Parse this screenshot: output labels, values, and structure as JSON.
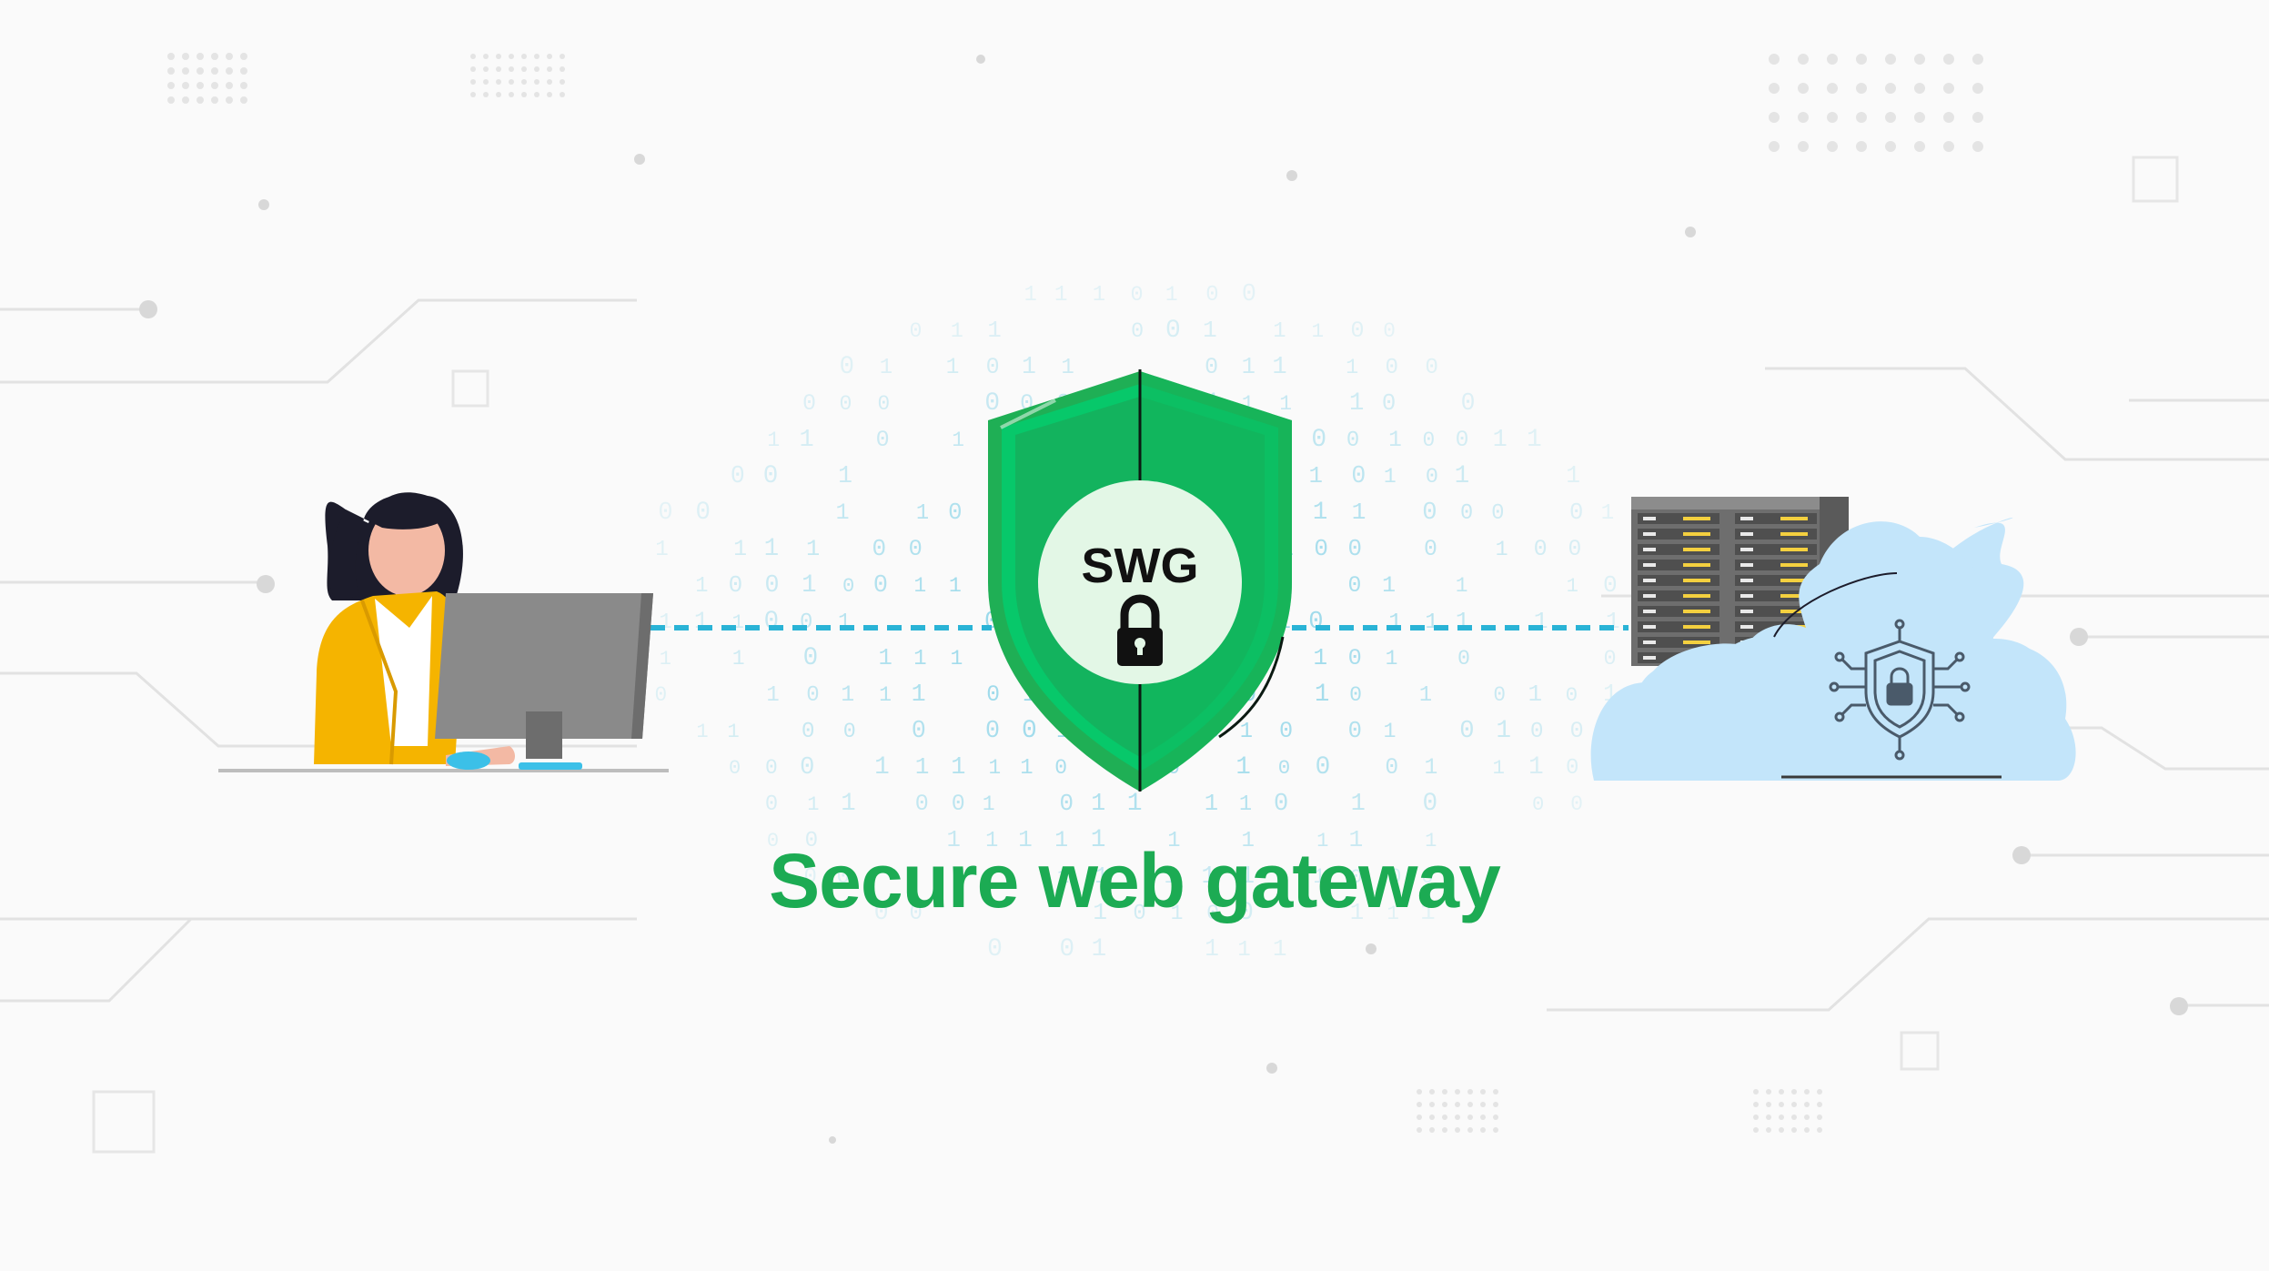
{
  "badge_text": "SWG",
  "caption": "Secure web gateway",
  "colors": {
    "background": "#fafafa",
    "shield_light": "#07c86a",
    "shield_dark": "#1faf55",
    "badge_circle": "#e3f7e6",
    "caption": "#1cab53",
    "connector": "#2ab3d6",
    "binary_digits": "#6fcbe4",
    "cloud": "#c3e5fa",
    "server": "#6e6e6e",
    "blazer": "#f5b400",
    "monitor": "#8a8a8a",
    "circuit": "#e2e2e2"
  },
  "icons": {
    "user": "woman-at-computer-icon",
    "gateway": "shield-lock-icon",
    "destination": "cloud-servers-icon",
    "cloud_badge": "shield-circuit-lock-icon"
  },
  "binary_digits": [
    "0",
    "1"
  ]
}
